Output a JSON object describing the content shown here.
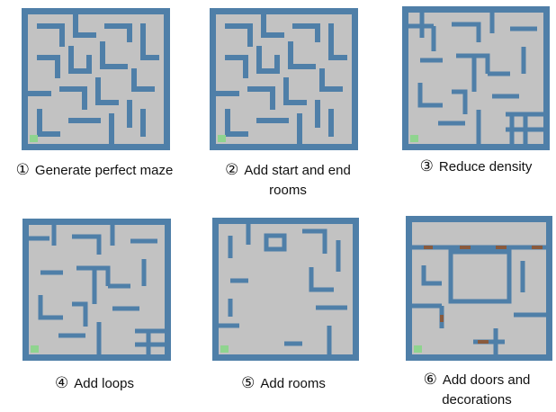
{
  "colors": {
    "wall": "#4f7fa8",
    "floor": "#c2c2c2",
    "start_cell": "#8fd48f",
    "door": "#8a5a3c"
  },
  "steps": [
    {
      "number": "①",
      "caption": "Generate perfect maze"
    },
    {
      "number": "②",
      "caption": "Add start and end rooms"
    },
    {
      "number": "③",
      "caption": "Reduce density"
    },
    {
      "number": "④",
      "caption": "Add loops"
    },
    {
      "number": "⑤",
      "caption": "Add rooms"
    },
    {
      "number": "⑥",
      "caption": "Add doors and decorations"
    }
  ]
}
